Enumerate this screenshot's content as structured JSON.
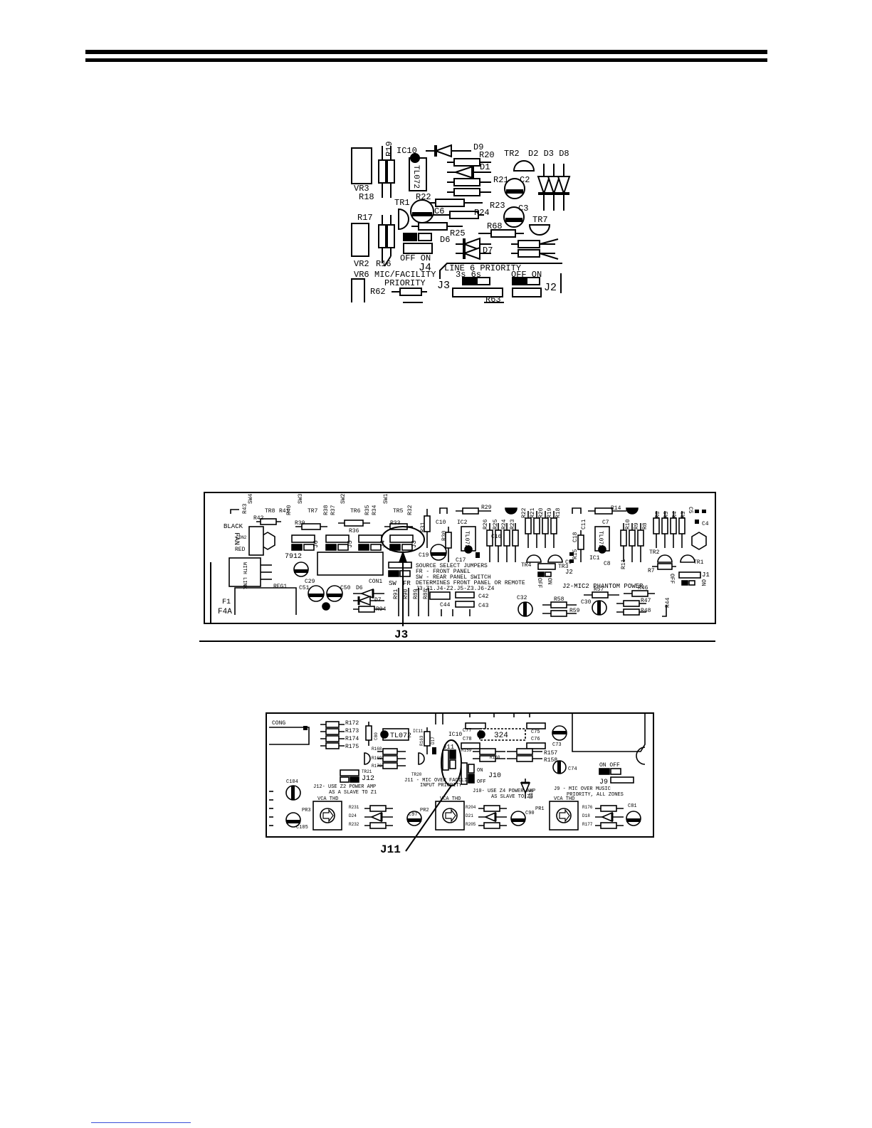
{
  "diagram1": {
    "labels": {
      "vr3": "VR3",
      "r19": "R19",
      "r18": "R18",
      "ic10": "IC10",
      "tl072": "TL072",
      "d9": "D9",
      "r20": "R20",
      "d1": "D1",
      "tr2": "TR2",
      "d2d3d8": "D2 D3 D8",
      "r21": "R21",
      "c2": "C2",
      "tr1": "TR1",
      "r22": "R22",
      "r23": "R23",
      "c3": "C3",
      "c6": "C6",
      "r24": "R24",
      "tr7": "TR7",
      "r17": "R17",
      "r68": "R68",
      "r25": "R25",
      "d6": "D6",
      "d7": "D7",
      "vr2": "VR2",
      "r16": "R16",
      "off_on_j4": "OFF ON",
      "j4": "J4",
      "line6": "LINE 6 PRIORITY",
      "vr6": "VR6",
      "mic_facility": "MIC/FACILITY",
      "priority": "PRIORITY",
      "s3s6": "3s 6s",
      "off_on_j2": "OFF ON",
      "r62": "R62",
      "j3": "J3",
      "r63": "R63",
      "j2": "J2"
    }
  },
  "diagram2": {
    "labels": {
      "sw4": "SW4",
      "sw3": "SW3",
      "sw2": "SW2",
      "sw1": "SW1",
      "r43": "R43",
      "tr8": "TR8",
      "r41": "R41",
      "r40": "R40",
      "r42": "R42",
      "tr7": "TR7",
      "r38": "R38",
      "r37": "R37",
      "tr6": "TR6",
      "r35": "R35",
      "r34": "R34",
      "tr5": "TR5",
      "r32": "R32",
      "r39": "R39",
      "r36": "R36",
      "r33": "R33",
      "r31": "R31",
      "r30": "R30",
      "c10": "C10",
      "r29": "R29",
      "ic2": "IC2",
      "tl072a": "TL072",
      "r26": "R26",
      "c16": "C16",
      "r25": "R25",
      "r24": "R24",
      "r23": "R23",
      "r22": "R22",
      "r21": "R21",
      "r20": "R20",
      "r19": "R19",
      "r18": "R18",
      "c18": "C18",
      "c11": "C11",
      "r14": "R14",
      "c7": "C7",
      "tl072b": "TL072",
      "r10": "R10",
      "r9": "R9",
      "r8": "R8",
      "r6": "R6",
      "r5": "R5",
      "r4": "R4",
      "r3": "R3",
      "c5": "C5",
      "c4": "C4",
      "black": "BLACK",
      "con2": "CON2",
      "fan": "FAN",
      "red": "RED",
      "j6": "J6",
      "j5": "J5",
      "j4": "J4",
      "j3": "J3",
      "c19": "C19",
      "c17": "C17",
      "s7912": "7912",
      "with_link": "WITH LINK",
      "reg1": "REG1",
      "c29": "C29",
      "c51": "C51",
      "c50": "C50",
      "con1": "CON1",
      "d6": "D6",
      "d7": "D7",
      "r94": "R94",
      "src1": "SOURCE SELECT JUMPERS",
      "src2": "FR - FRONT PANEL",
      "src3": "SW - REAR PANEL SWITCH",
      "src4": "DETERMINES FRONT PANEL OR REMOTE",
      "src5": "J3-Z1.J4-Z2.J5-Z3.J6-Z4",
      "sw": "SW",
      "fr": "FR",
      "r91": "R91",
      "r90": "R90",
      "r89": "R89",
      "r88": "R88",
      "c44": "C44",
      "c42": "C42",
      "c43": "C43",
      "tr4": "TR4",
      "tr3": "TR3",
      "off": "OFF",
      "on": "ON",
      "c9": "C9",
      "r15": "R15",
      "ic1": "IC1",
      "c8": "C8",
      "r11": "R11",
      "tr2": "TR2",
      "tr1": "TR1",
      "r7": "R7",
      "j1": "J1",
      "j2": "J2",
      "j2text": "J2-MIC2 PHANTOM POWER",
      "off_j1": "OFF",
      "on_j1": "ON",
      "c32": "C32",
      "r58": "R58",
      "r59": "R59",
      "r57": "R57",
      "c30": "C30",
      "r46": "R46",
      "r47": "R47",
      "r48": "R48",
      "r44": "R44",
      "f1": "F1",
      "f4a": "F4A",
      "callout": "J3"
    }
  },
  "diagram3": {
    "labels": {
      "cong": "CONG",
      "r172": "R172",
      "r173": "R173",
      "r174": "R174",
      "r175": "R175",
      "c80": "C80",
      "tl072": "TL072",
      "ic11": "IC11",
      "r168": "R168",
      "r169": "R169",
      "r170": "R170",
      "r163": "R163",
      "d17": "D17",
      "j11": "J11",
      "ic10": "IC10",
      "c77": "C77",
      "c78": "C78",
      "s324": "324",
      "c75": "C75",
      "c76": "C76",
      "c73": "C73",
      "r159": "R159",
      "r160": "R160",
      "r157": "R157",
      "r158": "R158",
      "tr21": "TR21",
      "j12": "J12",
      "tr20": "TR20",
      "on": "ON",
      "off": "OFF",
      "j10": "J10",
      "d18": "D18",
      "c74": "C74",
      "on_off": "ON OFF",
      "j9": "J9",
      "j12text1": "J12- USE Z2 POWER AMP",
      "j12text2": "AS A SLAVE TO Z1",
      "j11text1": "J11 - MIC OVER FACILITY",
      "j11text2": "INPUT PRIORITY",
      "j10text1": "J10- USE Z4 POWER AMP",
      "j10text2": "AS SLAVE TO Z3",
      "j9text1": "J9 - MIC OVER MUSIC",
      "j9text2": "PRIORITY, ALL ZONES",
      "c104": "C104",
      "pr3": "PR3",
      "vca1": "VCA THD",
      "r231": "R231",
      "d24": "D24",
      "r232": "R232",
      "c105": "C105",
      "c97": "C97",
      "pr2": "PR2",
      "vca2": "VCA THD",
      "r204": "R204",
      "d21": "D21",
      "r205": "R205",
      "c90": "C90",
      "pr1": "PR1",
      "vca3": "VCA THD",
      "r176": "R176",
      "d18b": "D18",
      "r177": "R177",
      "c81": "C81",
      "callout": "J11"
    }
  }
}
